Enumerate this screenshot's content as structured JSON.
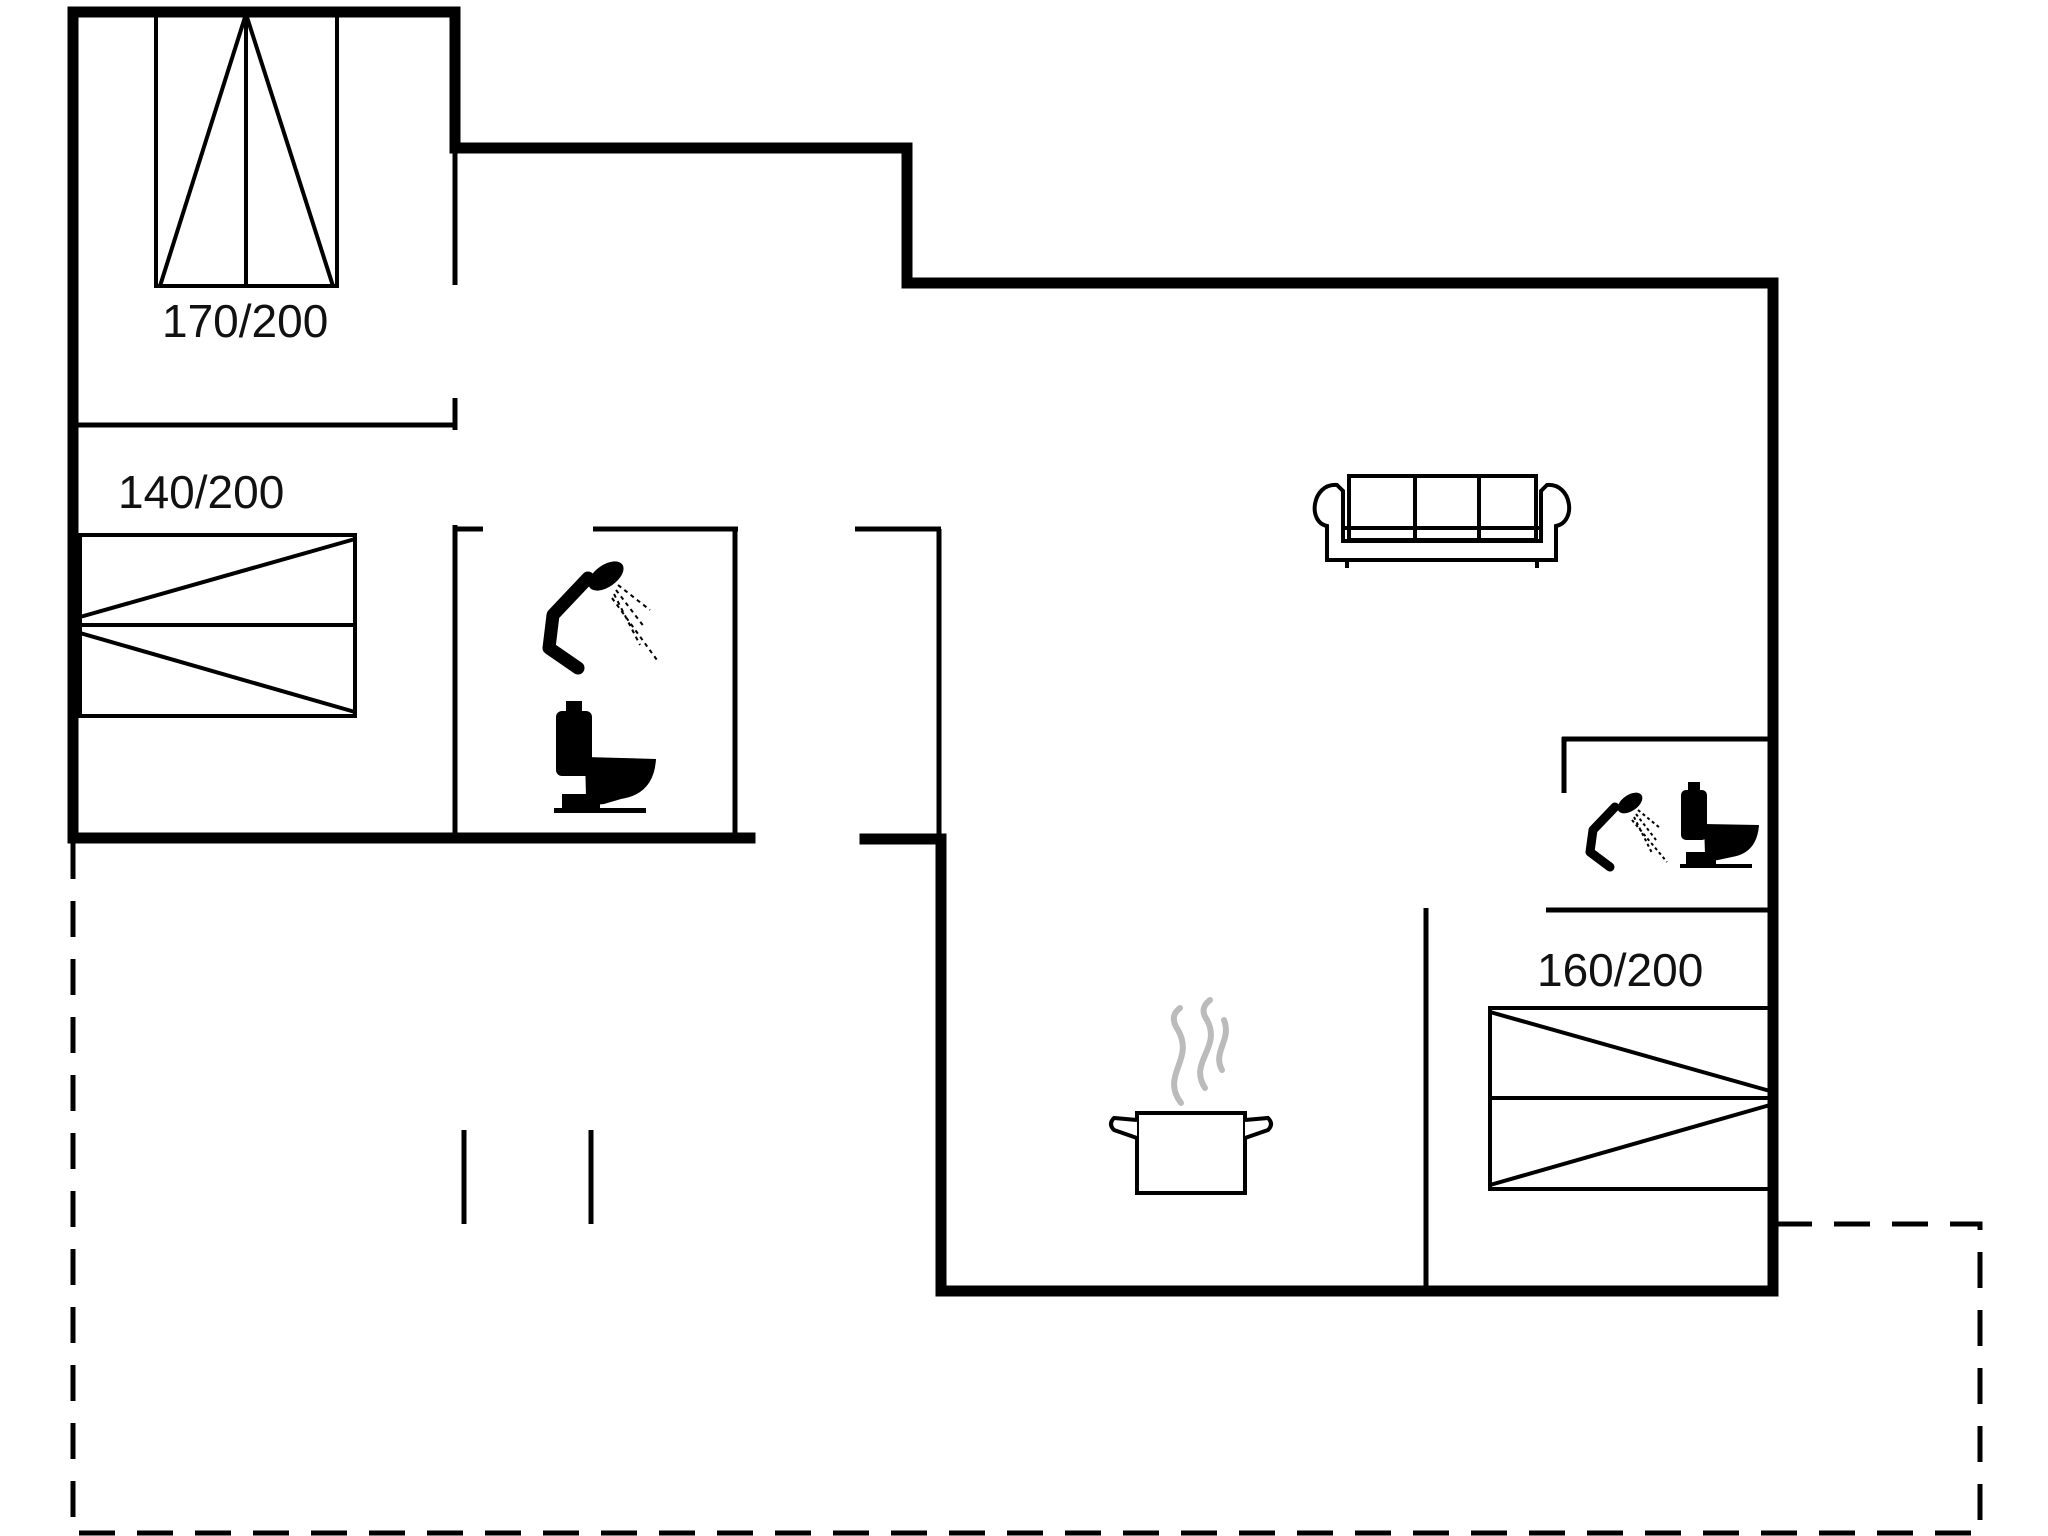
{
  "floor_plan": {
    "bed_labels": {
      "bedroom_top_left": "170/200",
      "bedroom_middle_left": "140/200",
      "bedroom_right": "160/200"
    },
    "icons": [
      "double-bed-icon",
      "shower-icon",
      "toilet-icon",
      "sofa-icon",
      "cooking-pot-icon"
    ],
    "colors": {
      "wall": "#000000",
      "background": "#ffffff",
      "steam": "#bbbbbb"
    }
  }
}
